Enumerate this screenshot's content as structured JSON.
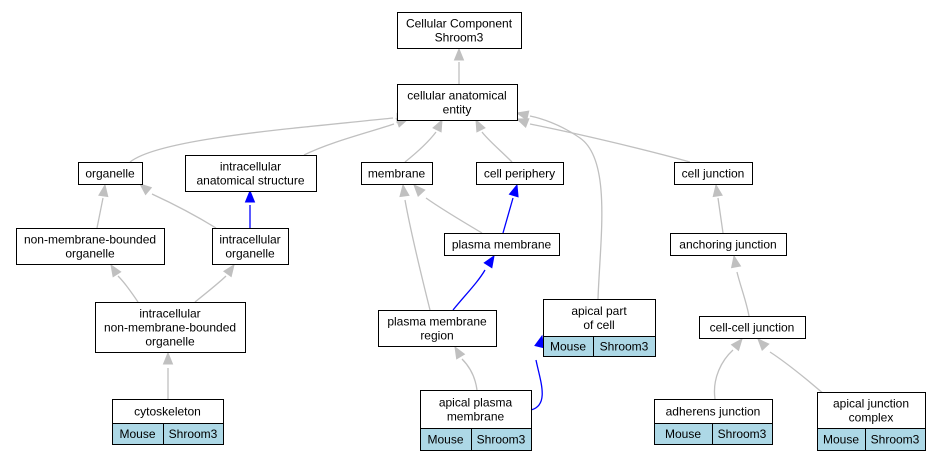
{
  "nodes": {
    "root": {
      "lines": [
        "Cellular Component",
        "Shroom3"
      ]
    },
    "cae": {
      "lines": [
        "cellular anatomical",
        "entity"
      ]
    },
    "organelle": {
      "lines": [
        "organelle"
      ]
    },
    "ias": {
      "lines": [
        "intracellular",
        "anatomical structure"
      ]
    },
    "membrane": {
      "lines": [
        "membrane"
      ]
    },
    "cellperiph": {
      "lines": [
        "cell periphery"
      ]
    },
    "celljunc": {
      "lines": [
        "cell junction"
      ]
    },
    "nmbo": {
      "lines": [
        "non-membrane-bounded",
        "organelle"
      ]
    },
    "intraorg": {
      "lines": [
        "intracellular",
        "organelle"
      ]
    },
    "plasmamem": {
      "lines": [
        "plasma membrane"
      ]
    },
    "anchjunc": {
      "lines": [
        "anchoring junction"
      ]
    },
    "inmbo": {
      "lines": [
        "intracellular",
        "non-membrane-bounded",
        "organelle"
      ]
    },
    "pmr": {
      "lines": [
        "plasma membrane",
        "region"
      ]
    },
    "apicalpart": {
      "lines": [
        "apical part",
        "of cell"
      ],
      "cells": [
        "Mouse",
        "Shroom3"
      ]
    },
    "ccjunc": {
      "lines": [
        "cell-cell junction"
      ]
    },
    "cytoskel": {
      "lines": [
        "cytoskeleton"
      ],
      "cells": [
        "Mouse",
        "Shroom3"
      ]
    },
    "apm": {
      "lines": [
        "apical plasma",
        "membrane"
      ],
      "cells": [
        "Mouse",
        "Shroom3"
      ]
    },
    "adherens": {
      "lines": [
        "adherens junction"
      ],
      "cells": [
        "Mouse",
        "Shroom3"
      ]
    },
    "ajc": {
      "lines": [
        "apical junction",
        "complex"
      ],
      "cells": [
        "Mouse",
        "Shroom3"
      ]
    }
  },
  "edges": [
    {
      "from": "cae",
      "to": "root",
      "type": "is_a"
    },
    {
      "from": "organelle",
      "to": "cae",
      "type": "is_a"
    },
    {
      "from": "ias",
      "to": "cae",
      "type": "is_a"
    },
    {
      "from": "membrane",
      "to": "cae",
      "type": "is_a"
    },
    {
      "from": "cellperiph",
      "to": "cae",
      "type": "is_a"
    },
    {
      "from": "celljunc",
      "to": "cae",
      "type": "is_a"
    },
    {
      "from": "apicalpart",
      "to": "cae",
      "type": "is_a"
    },
    {
      "from": "nmbo",
      "to": "organelle",
      "type": "is_a"
    },
    {
      "from": "intraorg",
      "to": "organelle",
      "type": "is_a"
    },
    {
      "from": "intraorg",
      "to": "ias",
      "type": "part_of"
    },
    {
      "from": "plasmamem",
      "to": "membrane",
      "type": "is_a"
    },
    {
      "from": "plasmamem",
      "to": "cellperiph",
      "type": "part_of"
    },
    {
      "from": "anchjunc",
      "to": "celljunc",
      "type": "is_a"
    },
    {
      "from": "inmbo",
      "to": "nmbo",
      "type": "is_a"
    },
    {
      "from": "inmbo",
      "to": "intraorg",
      "type": "is_a"
    },
    {
      "from": "pmr",
      "to": "membrane",
      "type": "is_a"
    },
    {
      "from": "pmr",
      "to": "plasmamem",
      "type": "part_of"
    },
    {
      "from": "ccjunc",
      "to": "anchjunc",
      "type": "is_a"
    },
    {
      "from": "cytoskel",
      "to": "inmbo",
      "type": "is_a"
    },
    {
      "from": "apm",
      "to": "pmr",
      "type": "is_a"
    },
    {
      "from": "apm",
      "to": "apicalpart",
      "type": "part_of"
    },
    {
      "from": "adherens",
      "to": "ccjunc",
      "type": "is_a"
    },
    {
      "from": "ajc",
      "to": "ccjunc",
      "type": "is_a"
    }
  ],
  "colors": {
    "is_a": "#c0c0c0",
    "part_of": "#0000ff",
    "annotation_cell": "#add8e6"
  }
}
